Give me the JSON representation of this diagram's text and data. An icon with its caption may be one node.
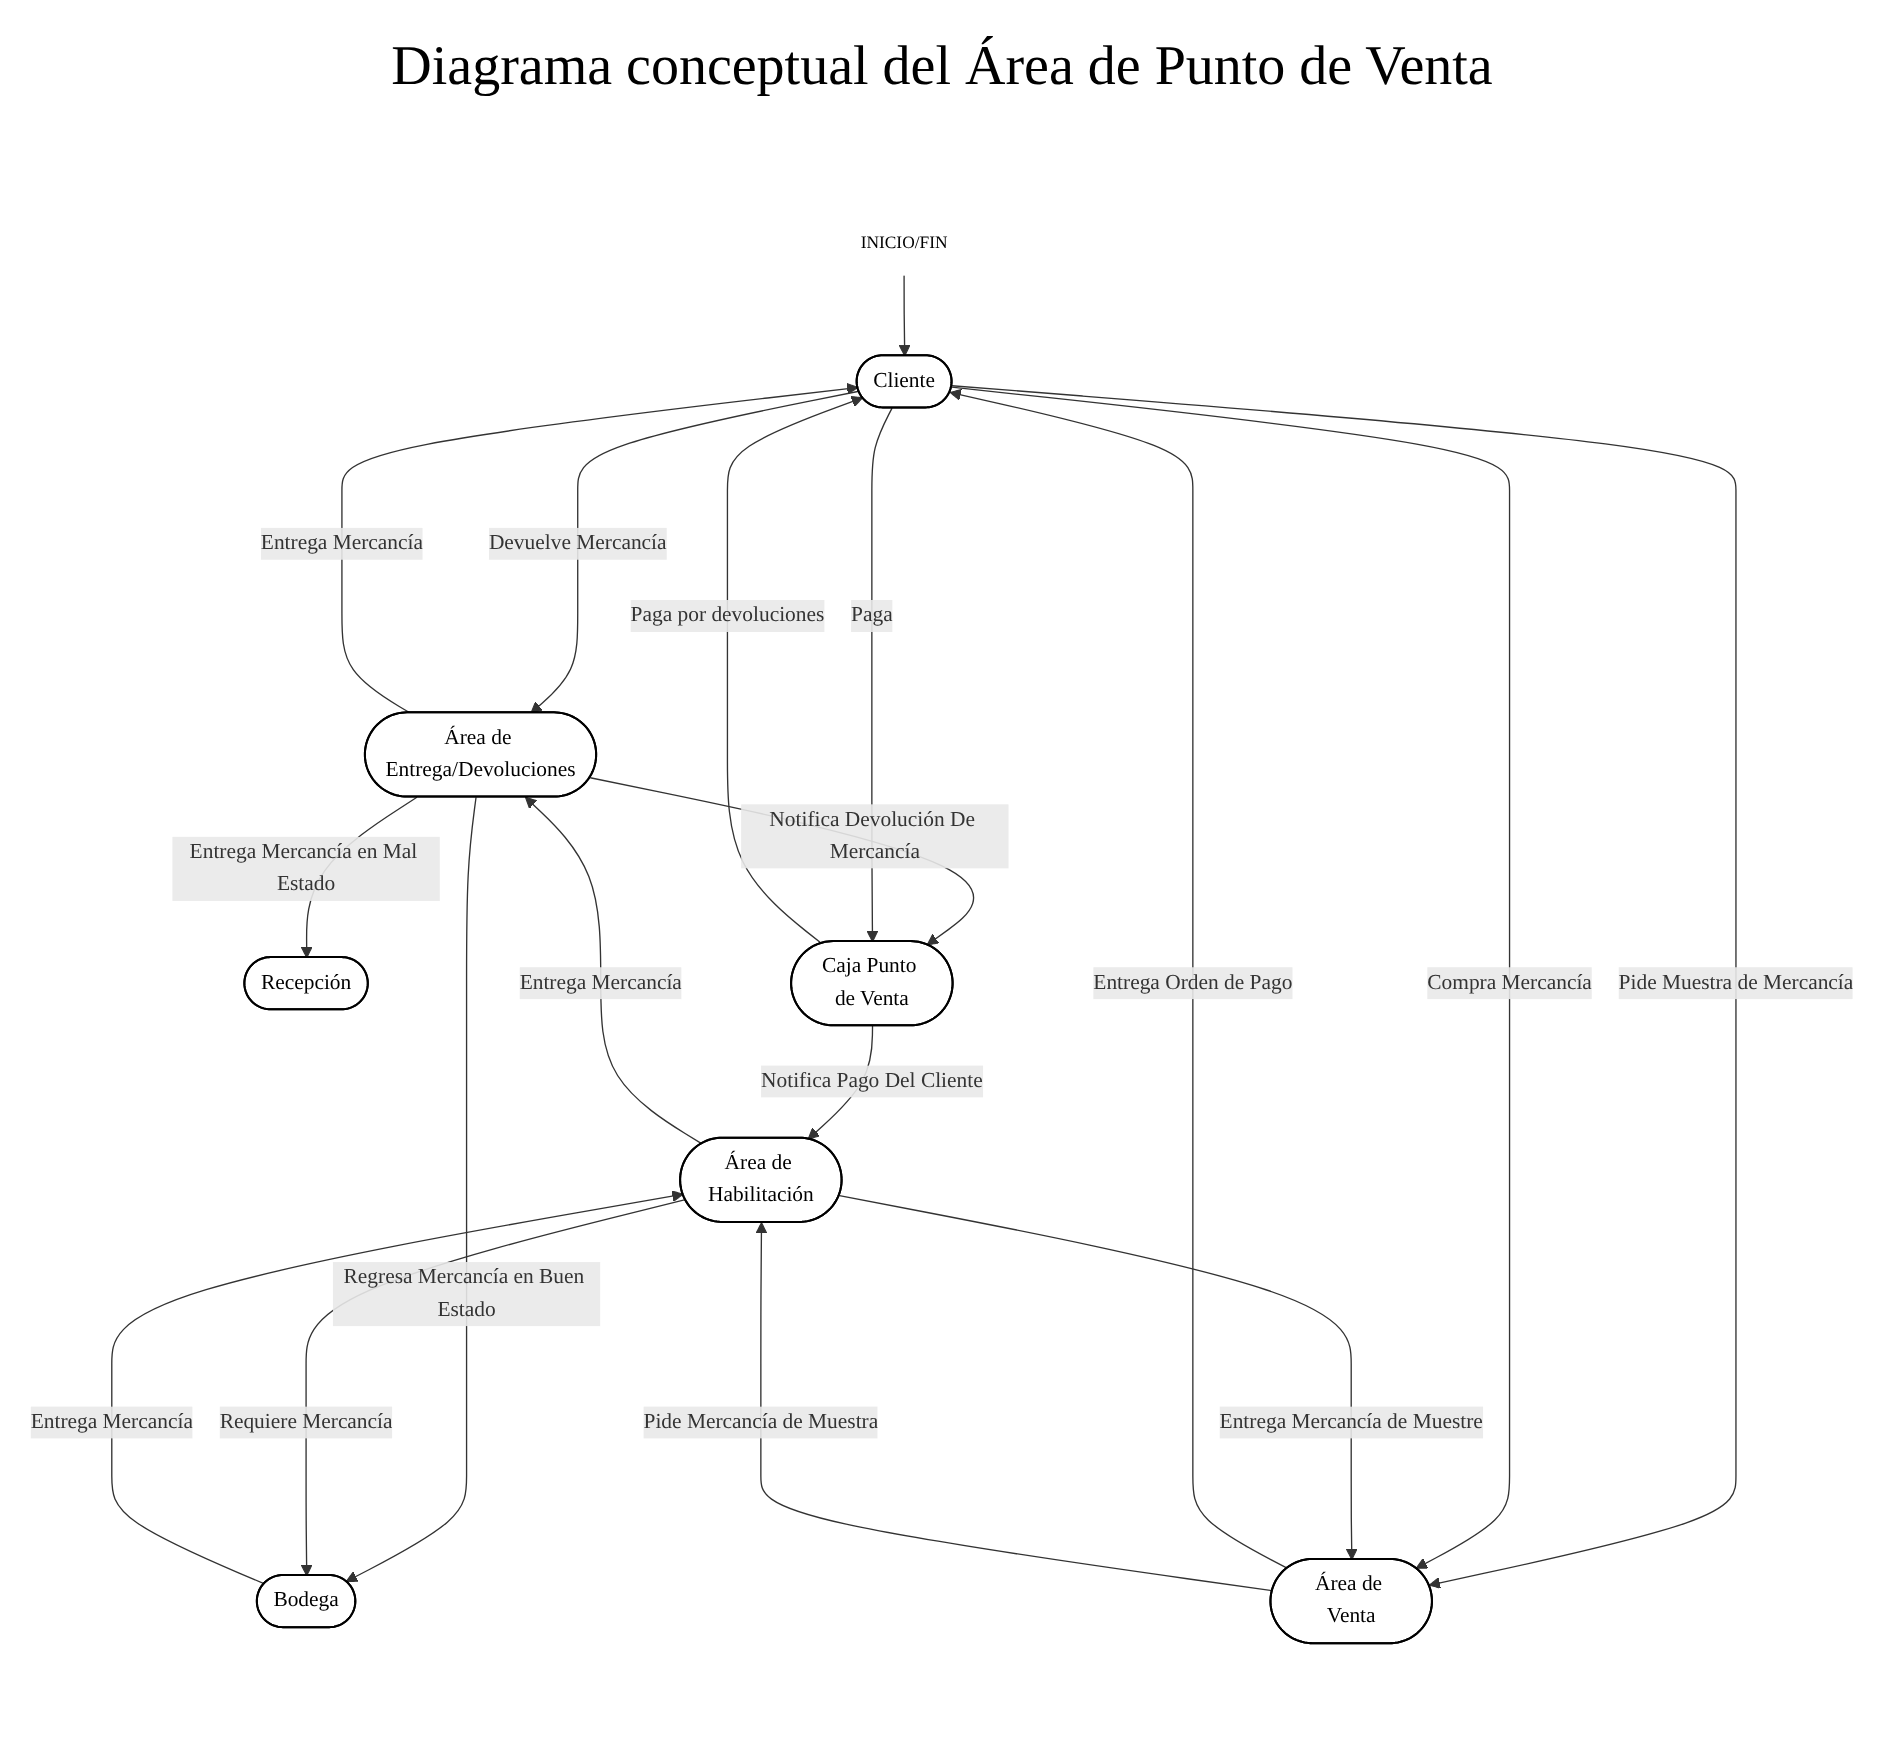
{
  "diagram": {
    "title": "Diagrama conceptual del Área de Punto de Venta",
    "nodes": [
      {
        "text": [
          "Cliente"
        ]
      },
      {
        "text": [
          "Área de Entrega/Devoluciones"
        ]
      },
      {
        "text": [
          "Recepción"
        ]
      },
      {
        "text": [
          "Caja Punto de Venta"
        ]
      },
      {
        "text": [
          "Área de Venta"
        ]
      },
      {
        "text": [
          "Área de Habilitación"
        ]
      },
      {
        "text": [
          "Bodega"
        ]
      },
      {
        "text": [
          "INICIO/FIN"
        ]
      }
    ],
    "edges": [
      {
        "from": 7,
        "to": 0,
        "arrow": "to"
      },
      {
        "from": 0,
        "to": 1,
        "arrow": "to",
        "label": "Devuelve Mercancía"
      },
      {
        "from": 1,
        "to": 0,
        "arrow": "to",
        "label": "Entrega Mercancía"
      },
      {
        "from": 1,
        "to": 2,
        "arrow": "to",
        "label": "Entrega Mercancía en Mal Estado"
      },
      {
        "from": 1,
        "to": 3,
        "arrow": "to",
        "label": "Notifica Devolución De Mercancía"
      },
      {
        "from": 1,
        "to": 6,
        "arrow": "to",
        "label": "Regresa Mercancía en Buen Estado"
      },
      {
        "from": 3,
        "to": 0,
        "arrow": "to",
        "label": "Paga por devoluciones"
      },
      {
        "from": 0,
        "to": 3,
        "arrow": "to",
        "label": "Paga"
      },
      {
        "from": 0,
        "to": 4,
        "arrow": "to",
        "label": "Pide Muestra de Mercancía"
      },
      {
        "from": 0,
        "to": 4,
        "arrow": "to",
        "label": "Compra Mercancía"
      },
      {
        "from": 4,
        "to": 0,
        "arrow": "to",
        "label": "Entrega Orden de Pago"
      },
      {
        "from": 5,
        "to": 1,
        "arrow": "to",
        "label": "Entrega Mercancía"
      },
      {
        "from": 3,
        "to": 5,
        "arrow": "to",
        "label": "Notifica Pago Del Cliente"
      },
      {
        "from": 4,
        "to": 5,
        "arrow": "to",
        "label": "Pide Mercancía de Muestra"
      },
      {
        "from": 5,
        "to": 4,
        "arrow": "to",
        "label": "Entrega Mercancía de Muestre"
      },
      {
        "from": 6,
        "to": 5,
        "arrow": "to",
        "label": "Entrega Mercancía"
      },
      {
        "from": 5,
        "to": 6,
        "arrow": "to",
        "label": "Requiere Mercancía"
      }
    ]
  }
}
